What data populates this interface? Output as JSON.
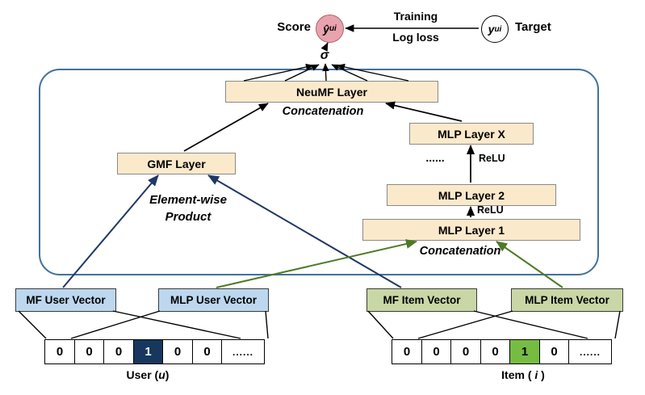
{
  "header": {
    "score": "Score",
    "yhat_symbol": "ŷ",
    "yhat_sub": "ui",
    "sigma": "σ",
    "training": "Training",
    "log_loss": "Log loss",
    "target_symbol": "y",
    "target_sub": "ui",
    "target": "Target"
  },
  "network": {
    "neumf_layer": "NeuMF Layer",
    "concatenation_top": "Concatenation",
    "gmf_layer": "GMF Layer",
    "mlp_layer_x": "MLP Layer X",
    "dots": "......",
    "relu_top": "ReLU",
    "mlp_layer_2": "MLP Layer 2",
    "relu_bottom": "ReLU",
    "mlp_layer_1": "MLP Layer 1",
    "concatenation_bottom": "Concatenation",
    "elementwise_line1": "Element-wise",
    "elementwise_line2": "Product"
  },
  "embeddings": {
    "mf_user": "MF User Vector",
    "mlp_user": "MLP User Vector",
    "mf_item": "MF Item Vector",
    "mlp_item": "MLP Item Vector"
  },
  "user_input": {
    "cells": [
      "0",
      "0",
      "0",
      "1",
      "0",
      "0",
      "......"
    ],
    "label_text": "User (",
    "label_var": "u",
    "label_close": ")"
  },
  "item_input": {
    "cells": [
      "0",
      "0",
      "0",
      "0",
      "1",
      "0",
      "......"
    ],
    "label_text": "Item ( ",
    "label_var": "i",
    "label_close": " )"
  },
  "colors": {
    "layer_fill": "#FBE9CB",
    "user_fill": "#BDD7EE",
    "item_fill": "#C8D7A5",
    "hot_user": "#17375E",
    "hot_item": "#76BC43",
    "score_fill": "#E8A3AE",
    "container_border": "#41719C",
    "arrow_blue": "#1F3864",
    "arrow_green": "#4E7A27"
  }
}
